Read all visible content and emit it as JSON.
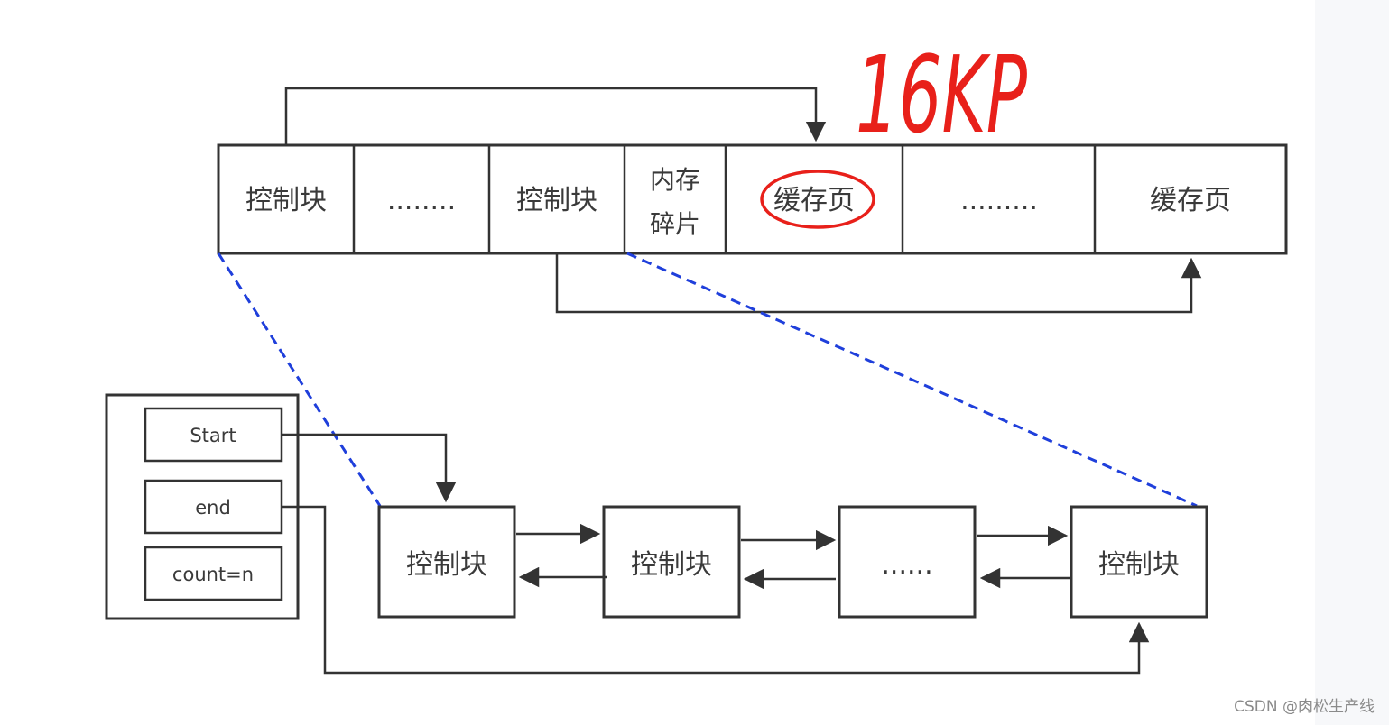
{
  "memory_row": {
    "cells": [
      "控制块",
      "........",
      "控制块",
      "内存碎片",
      "缓存页",
      ".........",
      "缓存页"
    ],
    "fragment_lines": [
      "内存",
      "碎片"
    ]
  },
  "annotation": {
    "handwritten_text": "16KP",
    "ink_color": "#e8201a"
  },
  "free_list_base_node": {
    "fields": [
      "Start",
      "end",
      "count=n"
    ]
  },
  "linked_list": {
    "nodes": [
      "控制块",
      "控制块",
      "......",
      "控制块"
    ]
  },
  "colors": {
    "line": "#333333",
    "dashed_projection": "#1f3fdb",
    "annotation_red": "#e8201a"
  },
  "watermark": "CSDN @肉松生产线"
}
